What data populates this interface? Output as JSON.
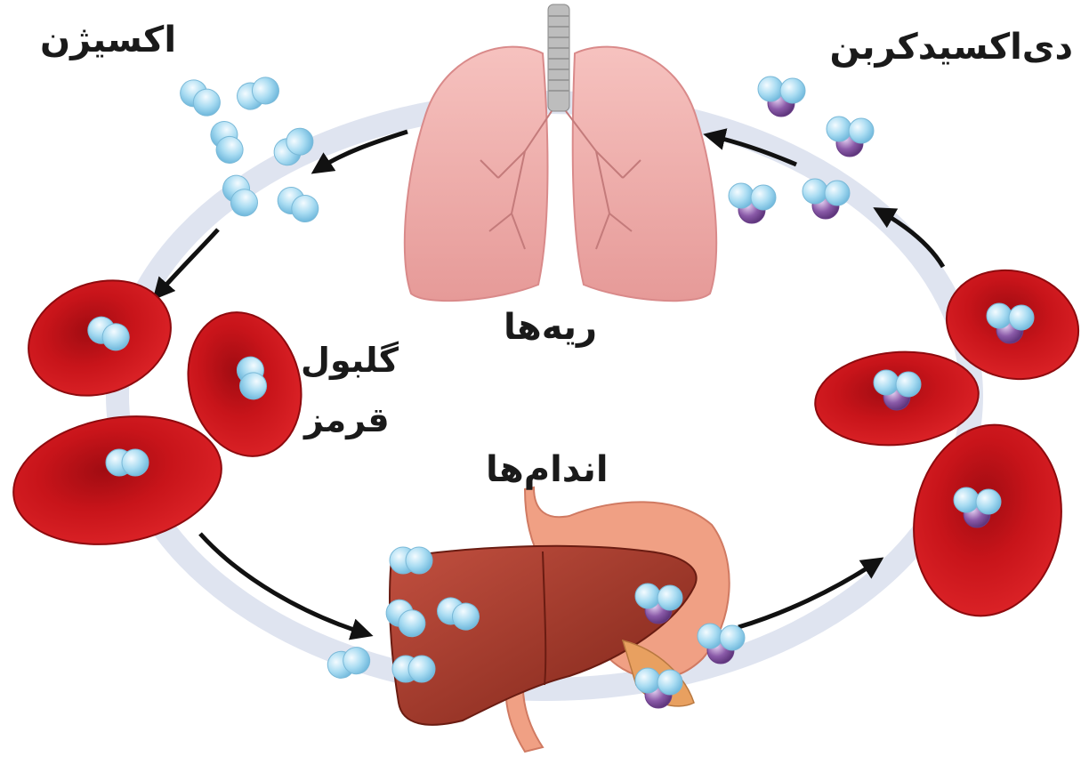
{
  "labels": {
    "oxygen": "اکسیژن",
    "carbon_dioxide": "دی‌اکسیدکربن",
    "lungs": "ریه‌ها",
    "red_blood_cell_line1": "گلبول",
    "red_blood_cell_line2": "قرمز",
    "organs": "اندام‌ها"
  },
  "colors": {
    "loop_band": "#dfe4f0",
    "arrow": "#111111",
    "lung": "#f2a9a8",
    "lung_shadow": "#d98a8a",
    "trachea": "#b8b8b8",
    "rbc": "#c8141a",
    "rbc_dark": "#8e0a0e",
    "oxygen_atom": "#a9dcf2",
    "carbon_atom": "#8a5aa8",
    "liver": "#a23a2e",
    "stomach": "#f0a084"
  },
  "icons": [
    "lungs-icon",
    "liver-icon",
    "stomach-icon",
    "red-blood-cell-icon",
    "oxygen-molecule-icon",
    "carbon-dioxide-molecule-icon",
    "flow-arrow-icon"
  ]
}
